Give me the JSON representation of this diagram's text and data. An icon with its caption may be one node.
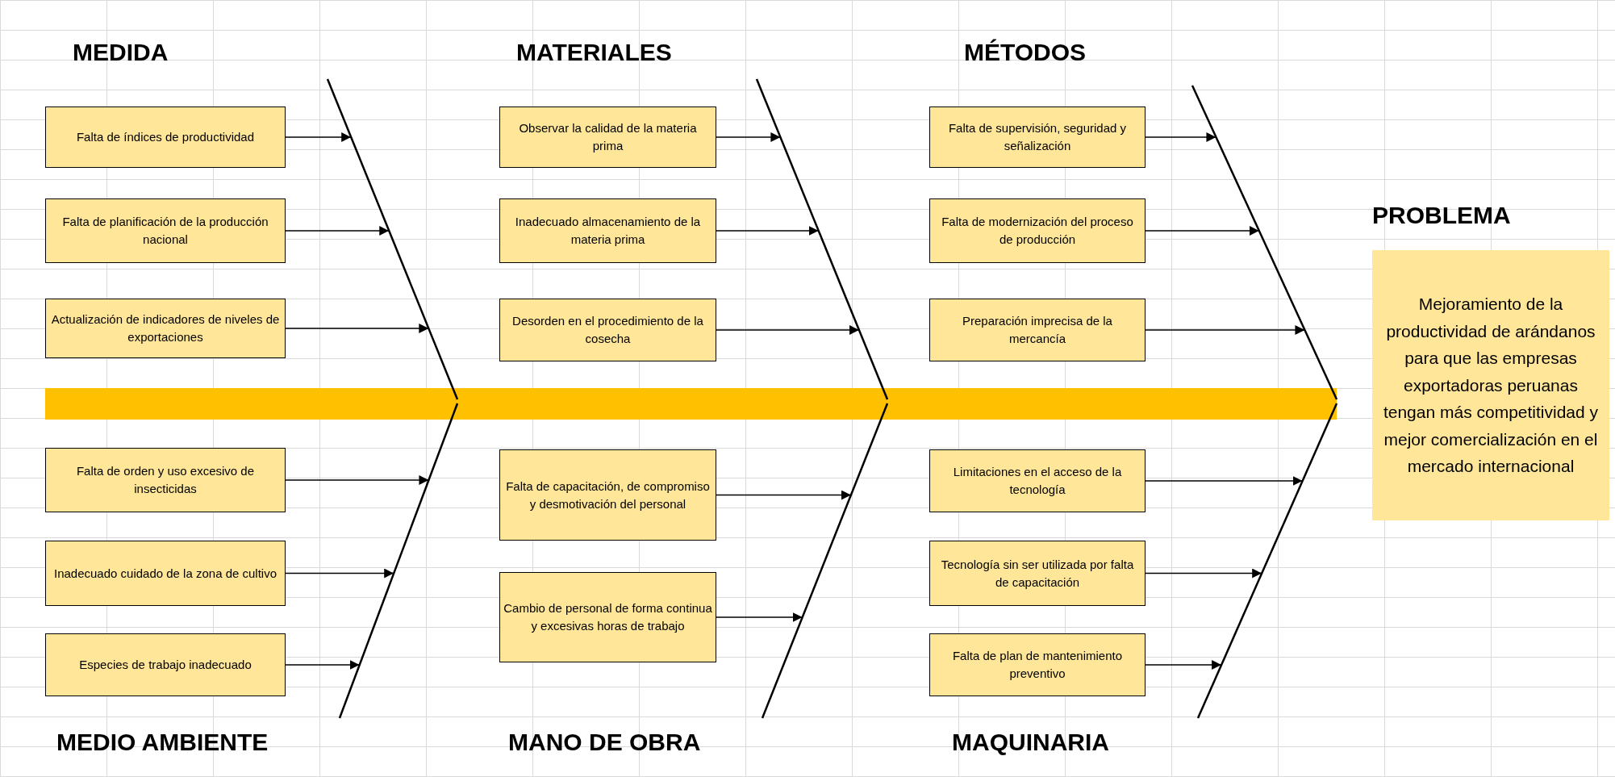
{
  "diagram": {
    "nodes": [
      {
        "text": [
          "Falta de índices de productividad"
        ]
      },
      {
        "text": [
          "Falta de planificación de la producción nacional"
        ]
      },
      {
        "text": [
          "Actualización de indicadores de niveles de exportaciones"
        ]
      },
      {
        "text": [
          "Observar la calidad de la materia prima"
        ]
      },
      {
        "text": [
          "Inadecuado almacenamiento de la materia prima"
        ]
      },
      {
        "text": [
          "Desorden en el procedimiento de la cosecha"
        ]
      },
      {
        "text": [
          "Falta de supervisión, seguridad y señalización"
        ]
      },
      {
        "text": [
          "Falta de modernización del proceso de producción"
        ]
      },
      {
        "text": [
          "Preparación imprecisa de la mercancía"
        ]
      },
      {
        "text": [
          "Falta de orden y uso excesivo de insecticidas"
        ]
      },
      {
        "text": [
          "Inadecuado cuidado de la zona de cultivo"
        ]
      },
      {
        "text": [
          "Especies de trabajo inadecuado"
        ]
      },
      {
        "text": [
          "Falta de capacitación, de compromiso y desmotivación del personal"
        ]
      },
      {
        "text": [
          "Cambio de personal de forma continua y excesivas horas de trabajo"
        ]
      },
      {
        "text": [
          "Limitaciones en el acceso de la tecnología"
        ]
      },
      {
        "text": [
          "Tecnología sin ser utilizada por falta de capacitación"
        ]
      },
      {
        "text": [
          "Falta de plan de mantenimiento preventivo"
        ]
      },
      {
        "text": [
          "PROBLEMA",
          "Mejoramiento de la productividad de arándanos para que las empresas exportadoras peruanas tengan más competitividad y mejor comercialización en el mercado internacional"
        ]
      }
    ],
    "edges": [
      {
        "from": 0,
        "to": null,
        "arrow": "to"
      },
      {
        "from": 1,
        "to": null,
        "arrow": "to"
      },
      {
        "from": 2,
        "to": null,
        "arrow": "to"
      },
      {
        "from": 3,
        "to": null,
        "arrow": "to"
      },
      {
        "from": 4,
        "to": null,
        "arrow": "to"
      },
      {
        "from": 5,
        "to": null,
        "arrow": "to"
      },
      {
        "from": 6,
        "to": null,
        "arrow": "to"
      },
      {
        "from": 7,
        "to": null,
        "arrow": "to"
      },
      {
        "from": 8,
        "to": null,
        "arrow": "to"
      },
      {
        "from": 9,
        "to": null,
        "arrow": "to"
      },
      {
        "from": 10,
        "to": null,
        "arrow": "to"
      },
      {
        "from": 11,
        "to": null,
        "arrow": "to"
      },
      {
        "from": 12,
        "to": null,
        "arrow": "to"
      },
      {
        "from": 13,
        "to": null,
        "arrow": "to"
      },
      {
        "from": 14,
        "to": null,
        "arrow": "to"
      },
      {
        "from": 15,
        "to": null,
        "arrow": "to"
      },
      {
        "from": 16,
        "to": null,
        "arrow": "to"
      }
    ],
    "labels": [
      "MEDIDA",
      "MATERIALES",
      "MÉTODOS",
      "MEDIO AMBIENTE",
      "MANO DE OBRA",
      "MAQUINARIA"
    ]
  }
}
